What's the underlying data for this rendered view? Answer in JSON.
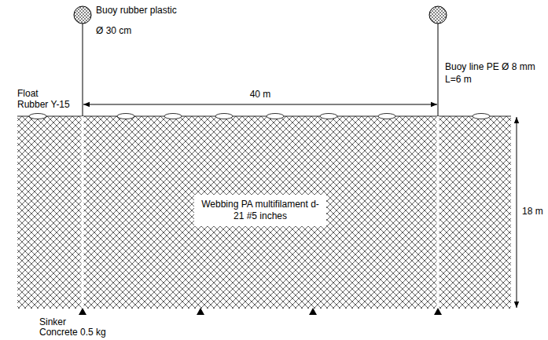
{
  "diagram": {
    "nodes": [
      {
        "text": [
          "Webbing PA multifilament d-21 #5 inches"
        ]
      }
    ],
    "labels": [
      "Buoy rubber plastic",
      "Ø 30 cm",
      "Buoy line PE Ø 8 mm",
      "L=6 m",
      "Float",
      "Rubber Y-15",
      "40 m",
      "18 m",
      "Sinker",
      "Concrete 0.5 kg"
    ]
  }
}
